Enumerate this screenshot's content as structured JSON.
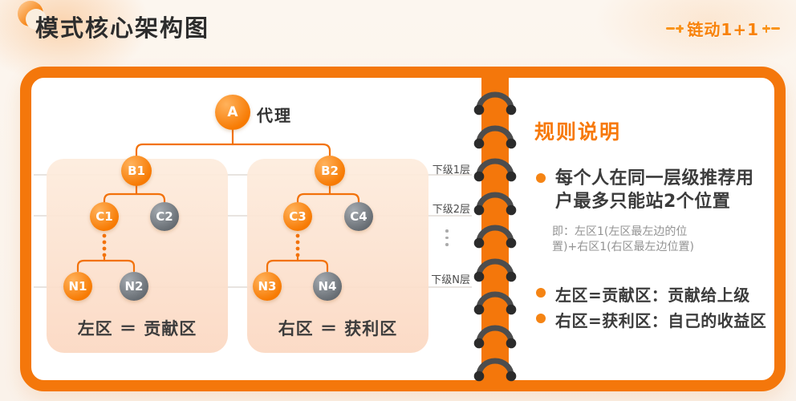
{
  "header": {
    "title": "模式核心架构图",
    "brand": "链动1+1"
  },
  "diagram": {
    "root_caption": "代理",
    "nodes": [
      {
        "label": "A",
        "variant": "orange"
      },
      {
        "label": "B1",
        "variant": "orange"
      },
      {
        "label": "B2",
        "variant": "orange"
      },
      {
        "label": "C1",
        "variant": "orange"
      },
      {
        "label": "C2",
        "variant": "gray"
      },
      {
        "label": "C3",
        "variant": "orange"
      },
      {
        "label": "C4",
        "variant": "gray"
      },
      {
        "label": "N1",
        "variant": "orange"
      },
      {
        "label": "N2",
        "variant": "gray"
      },
      {
        "label": "N3",
        "variant": "orange"
      },
      {
        "label": "N4",
        "variant": "gray"
      }
    ],
    "levels": [
      "下级1层",
      "下级2层",
      "下级N层"
    ],
    "zones": {
      "left": "左区 ＝ 贡献区",
      "right": "右区 ＝ 获利区"
    }
  },
  "rules": {
    "heading": "规则说明",
    "items": [
      {
        "text": "每个人在同一层级推荐用户最多只能站2个位置",
        "note": "即：左区1(左区最左边的位置)+右区1(右区最左边位置)"
      },
      {
        "text": "左区=贡献区：贡献给上级"
      },
      {
        "text": "右区=获利区：自己的收益区"
      }
    ]
  },
  "colors": {
    "accent": "#f4770b",
    "node_orange": "#f77a02",
    "node_gray": "#6b7177",
    "heading_orange": "#f7790a",
    "zone_bg": "#fbd8c2"
  }
}
